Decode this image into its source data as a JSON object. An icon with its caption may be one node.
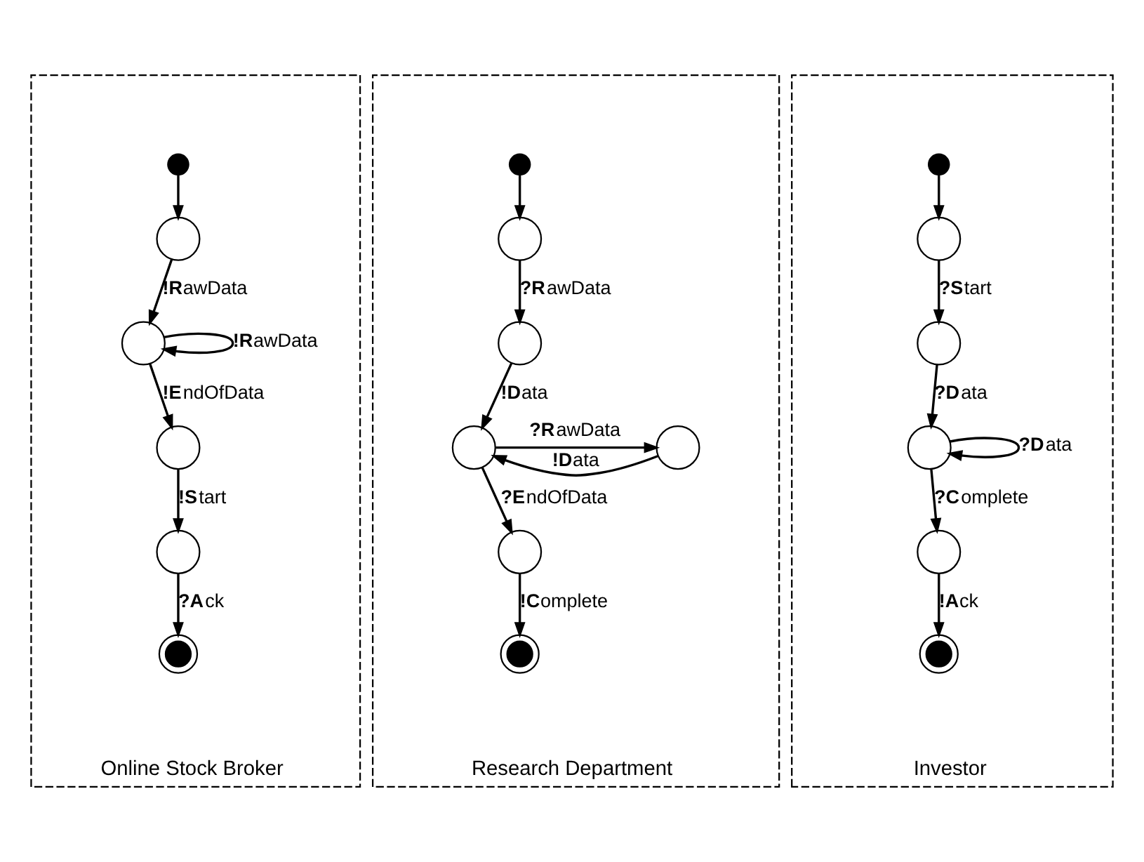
{
  "diagram": {
    "nodes": [
      {
        "text": [
          "Online Stock Broker"
        ]
      },
      {
        "text": [],
        "shape": "dot",
        "in": 0
      },
      {
        "text": [],
        "shape": "circle",
        "in": 0
      },
      {
        "text": [],
        "shape": "circle",
        "in": 0
      },
      {
        "text": [],
        "shape": "circle",
        "in": 0
      },
      {
        "text": [],
        "shape": "circle",
        "in": 0
      },
      {
        "text": [],
        "shape": "bullseye",
        "in": 0
      },
      {
        "text": [
          "Research Department"
        ]
      },
      {
        "text": [],
        "shape": "dot",
        "in": 7
      },
      {
        "text": [],
        "shape": "circle",
        "in": 7
      },
      {
        "text": [],
        "shape": "circle",
        "in": 7
      },
      {
        "text": [],
        "shape": "circle",
        "in": 7
      },
      {
        "text": [],
        "shape": "circle",
        "in": 7
      },
      {
        "text": [],
        "shape": "circle",
        "in": 7
      },
      {
        "text": [],
        "shape": "bullseye",
        "in": 7
      },
      {
        "text": [
          "Investor"
        ]
      },
      {
        "text": [],
        "shape": "dot",
        "in": 15
      },
      {
        "text": [],
        "shape": "circle",
        "in": 15
      },
      {
        "text": [],
        "shape": "circle",
        "in": 15
      },
      {
        "text": [],
        "shape": "circle",
        "in": 15
      },
      {
        "text": [],
        "shape": "circle",
        "in": 15
      },
      {
        "text": [],
        "shape": "bullseye",
        "in": 15
      }
    ],
    "edges": [
      {
        "from": 1,
        "to": 2,
        "arrow": "to"
      },
      {
        "from": 2,
        "to": 3,
        "arrow": "to",
        "label": "**!R**awData"
      },
      {
        "from": 3,
        "to": 3,
        "arrow": "to",
        "label": "**!R**awData"
      },
      {
        "from": 3,
        "to": 4,
        "arrow": "to",
        "label": "**!E**ndOfData"
      },
      {
        "from": 4,
        "to": 5,
        "arrow": "to",
        "label": "**!S**tart"
      },
      {
        "from": 5,
        "to": 6,
        "arrow": "to",
        "label": "**?A**ck"
      },
      {
        "from": 8,
        "to": 9,
        "arrow": "to"
      },
      {
        "from": 9,
        "to": 10,
        "arrow": "to",
        "label": "**?R**awData"
      },
      {
        "from": 10,
        "to": 11,
        "arrow": "to",
        "label": "**!D**ata"
      },
      {
        "from": 11,
        "to": 12,
        "arrow": "to",
        "label": "**?R**awData"
      },
      {
        "from": 12,
        "to": 11,
        "arrow": "to",
        "label": "**!D**ata"
      },
      {
        "from": 11,
        "to": 13,
        "arrow": "to",
        "label": "**?E**ndOfData"
      },
      {
        "from": 13,
        "to": 14,
        "arrow": "to",
        "label": "**!C**omplete"
      },
      {
        "from": 16,
        "to": 17,
        "arrow": "to"
      },
      {
        "from": 17,
        "to": 18,
        "arrow": "to",
        "label": "**?S**tart"
      },
      {
        "from": 18,
        "to": 19,
        "arrow": "to",
        "label": "**?D**ata"
      },
      {
        "from": 19,
        "to": 19,
        "arrow": "to",
        "label": "**?D**ata"
      },
      {
        "from": 19,
        "to": 20,
        "arrow": "to",
        "label": "**?C**omplete"
      },
      {
        "from": 20,
        "to": 21,
        "arrow": "to",
        "label": "**!A**ck"
      }
    ]
  }
}
